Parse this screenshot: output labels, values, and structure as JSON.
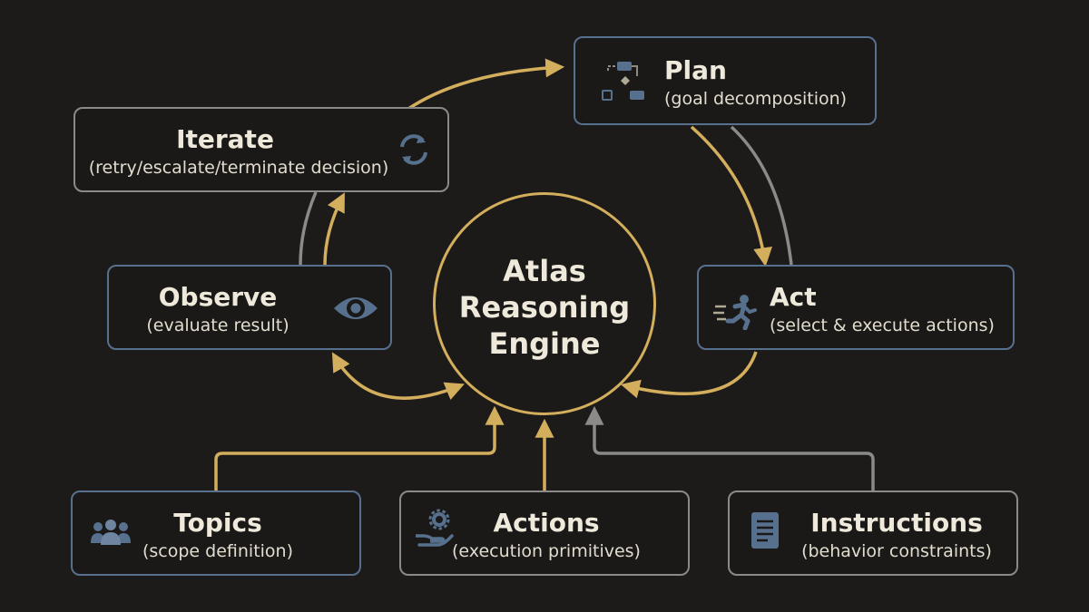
{
  "colors": {
    "background": "#1d1b19",
    "gold": "#d3ae5d",
    "gray": "#8a8a88",
    "blue": "#57708d",
    "text": "#efe9dc"
  },
  "center": {
    "line1": "Atlas",
    "line2": "Reasoning",
    "line3": "Engine"
  },
  "nodes": {
    "plan": {
      "title": "Plan",
      "subtitle": "(goal decomposition)",
      "icon": "flowchart-icon"
    },
    "act": {
      "title": "Act",
      "subtitle": "(select & execute actions)",
      "icon": "running-person-icon"
    },
    "observe": {
      "title": "Observe",
      "subtitle": "(evaluate result)",
      "icon": "eye-icon"
    },
    "iterate": {
      "title": "Iterate",
      "subtitle": "(retry/escalate/terminate decision)",
      "icon": "refresh-icon"
    },
    "topics": {
      "title": "Topics",
      "subtitle": "(scope definition)",
      "icon": "people-group-icon"
    },
    "actions": {
      "title": "Actions",
      "subtitle": "(execution primitives)",
      "icon": "hand-gear-icon"
    },
    "instructions": {
      "title": "Instructions",
      "subtitle": "(behavior constraints)",
      "icon": "document-icon"
    }
  }
}
